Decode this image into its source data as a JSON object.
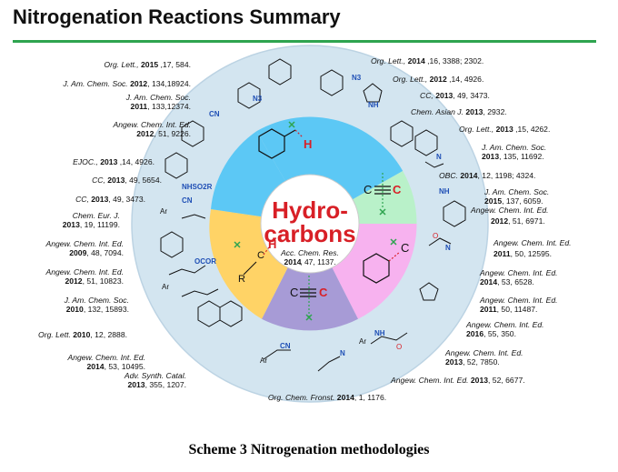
{
  "header": {
    "title": "Nitrogenation Reactions Summary"
  },
  "center": {
    "line1": "Hydro-",
    "line2": "carbons",
    "ref_journal": "Acc. Chem. Res.",
    "ref_year": "2014",
    "ref_rest": ", 47, 1137."
  },
  "caption": "Scheme 3 Nitrogenation methodologies",
  "wheel_labels": {
    "h": "H",
    "c": "C",
    "n": "N",
    "r": "R",
    "ar": "Ar",
    "ocor": "OCOR",
    "nhso2r": "NHSO2R",
    "cn": "CN",
    "nh": "NH",
    "o": "O",
    "n3": "N3"
  },
  "references": [
    {
      "j": "Org. Lett.,",
      "y": "2015",
      "rest": " ,17, 584."
    },
    {
      "j": "J. Am. Chem. Soc.",
      "y": "2012",
      "rest": ", 134,18924."
    },
    {
      "j": "J. Am. Chem. Soc.",
      "y": "",
      "rest": ""
    },
    {
      "j": "",
      "y": "2011",
      "rest": ", 133,12374."
    },
    {
      "j": "Angew. Chem. Int. Ed.",
      "y": "",
      "rest": ""
    },
    {
      "j": "",
      "y": "2012",
      "rest": ", 51, 9226."
    },
    {
      "j": "EJOC.,",
      "y": "2013",
      "rest": " ,14, 4926."
    },
    {
      "j": "CC,",
      "y": "2013",
      "rest": ", 49, 5654."
    },
    {
      "j": "CC,",
      "y": "2013",
      "rest": ", 49, 3473."
    },
    {
      "j": "Chem. Eur. J.",
      "y": "",
      "rest": ""
    },
    {
      "j": "",
      "y": "2013",
      "rest": ", 19, 11199."
    },
    {
      "j": "Angew. Chem. Int. Ed.",
      "y": "",
      "rest": ""
    },
    {
      "j": "",
      "y": "2009",
      "rest": ", 48, 7094."
    },
    {
      "j": "Angew. Chem. Int. Ed.",
      "y": "",
      "rest": ""
    },
    {
      "j": "",
      "y": "2012",
      "rest": ", 51, 10823."
    },
    {
      "j": "J. Am. Chem. Soc.",
      "y": "",
      "rest": ""
    },
    {
      "j": "",
      "y": "2010",
      "rest": ", 132, 15893."
    },
    {
      "j": "Org. Lett.",
      "y": "2010",
      "rest": ", 12, 2888."
    },
    {
      "j": "Angew. Chem. Int. Ed.",
      "y": "",
      "rest": ""
    },
    {
      "j": "",
      "y": "2014",
      "rest": ", 53, 10495."
    },
    {
      "j": "Adv. Synth. Catal.",
      "y": "",
      "rest": ""
    },
    {
      "j": "",
      "y": "2013",
      "rest": ", 355, 1207."
    },
    {
      "j": "Org. Chem. Fronst.",
      "y": "2014",
      "rest": ", 1, 1176."
    },
    {
      "j": "Org. Lett.,",
      "y": "2014",
      "rest": " ,16, 3388;  2302."
    },
    {
      "j": "Org. Lett.,",
      "y": "2012",
      "rest": " ,14, 4926."
    },
    {
      "j": "CC,",
      "y": "2013",
      "rest": ", 49, 3473."
    },
    {
      "j": "Chem. Asian J.",
      "y": "2013",
      "rest": ", 2932."
    },
    {
      "j": "Org. Lett.,",
      "y": "2013",
      "rest": " ,15, 4262."
    },
    {
      "j": "J. Am. Chem. Soc.",
      "y": "",
      "rest": ""
    },
    {
      "j": "",
      "y": "2013",
      "rest": ", 135, 11692."
    },
    {
      "j": "OBC.",
      "y": "2014",
      "rest": ", 12, 1198; 4324."
    },
    {
      "j": "J. Am. Chem. Soc.",
      "y": "",
      "rest": ""
    },
    {
      "j": "",
      "y": "2015",
      "rest": ", 137, 6059."
    },
    {
      "j": "Angew. Chem. Int. Ed.",
      "y": "",
      "rest": ""
    },
    {
      "j": "",
      "y": "2012",
      "rest": ", 51, 6971."
    },
    {
      "j": "Angew. Chem. Int. Ed.",
      "y": "",
      "rest": ""
    },
    {
      "j": "",
      "y": "2011",
      "rest": ", 50, 12595."
    },
    {
      "j": "Angew. Chem. Int. Ed.",
      "y": "",
      "rest": ""
    },
    {
      "j": "",
      "y": "2014",
      "rest": ", 53, 6528."
    },
    {
      "j": "Angew. Chem. Int. Ed.",
      "y": "",
      "rest": ""
    },
    {
      "j": "",
      "y": "2011",
      "rest": ", 50, 11487."
    },
    {
      "j": "Angew. Chem. Int. Ed.",
      "y": "",
      "rest": ""
    },
    {
      "j": "",
      "y": "2016",
      "rest": ", 55, 350."
    },
    {
      "j": "Angew. Chem. Int. Ed.",
      "y": "",
      "rest": ""
    },
    {
      "j": "",
      "y": "2013",
      "rest": ", 52, 7850."
    },
    {
      "j": "Angew. Chem. Int. Ed.",
      "y": "2013",
      "rest": ", 52, 6677."
    }
  ],
  "colors": {
    "accent_green": "#2ea44f",
    "wedge_blue": "#5cc8f5",
    "wedge_green": "#b9f1c9",
    "wedge_pink": "#f7b2ef",
    "wedge_purple": "#a79bd6",
    "wedge_yellow": "#ffd366",
    "outer_ring": "#d3e5f0",
    "center_red": "#d81f26",
    "center_blue": "#1f4fb5"
  }
}
